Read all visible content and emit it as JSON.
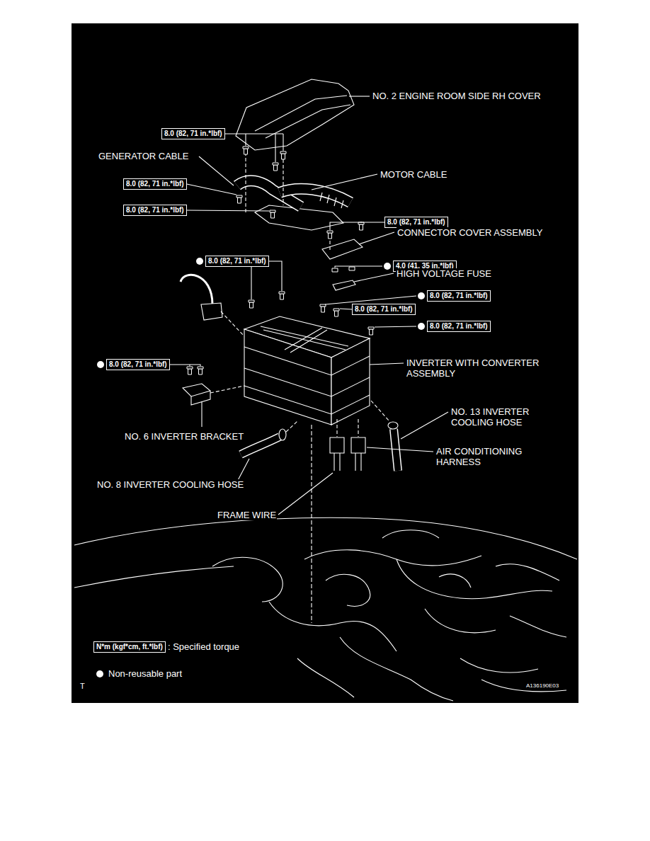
{
  "diagram": {
    "nodes": [
      {
        "text": [
          "8.0 (82, 71 in.*lbf)"
        ]
      },
      {
        "text": [
          "8.0 (82, 71 in.*lbf)"
        ]
      },
      {
        "text": [
          "8.0 (82, 71 in.*lbf)"
        ]
      },
      {
        "text": [
          "8.0 (82, 71 in.*lbf)"
        ]
      },
      {
        "text": [
          "8.0 (82, 71 in.*lbf)"
        ]
      },
      {
        "text": [
          "4.0 (41, 35 in.*lbf)"
        ]
      },
      {
        "text": [
          "8.0 (82, 71 in.*lbf)"
        ]
      },
      {
        "text": [
          "8.0 (82, 71 in.*lbf)"
        ]
      },
      {
        "text": [
          "8.0 (82, 71 in.*lbf)"
        ]
      },
      {
        "text": [
          "8.0 (82, 71 in.*lbf)"
        ]
      },
      {
        "text": [
          "N*m (kgf*cm, ft.*lbf)"
        ]
      }
    ],
    "labels": [
      "NO. 2 ENGINE ROOM SIDE RH COVER",
      "GENERATOR CABLE",
      "MOTOR CABLE",
      "CONNECTOR COVER ASSEMBLY",
      "HIGH VOLTAGE FUSE",
      "INVERTER WITH CONVERTER ASSEMBLY",
      "NO. 13 INVERTER COOLING HOSE",
      "AIR CONDITIONING HARNESS",
      "NO. 6 INVERTER BRACKET",
      "NO. 8 INVERTER COOLING HOSE",
      "FRAME WIRE",
      "T",
      "A136190E03"
    ],
    "legend": [
      {
        "text": ": Specified torque"
      },
      {
        "text": "Non-reusable part"
      }
    ]
  }
}
